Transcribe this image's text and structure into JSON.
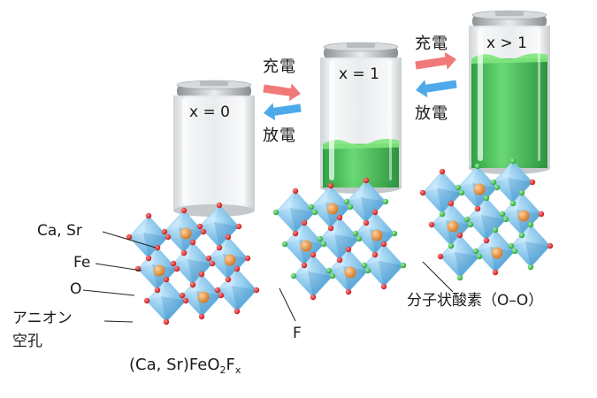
{
  "batteries": [
    {
      "label": "x = 0",
      "level": 0.0
    },
    {
      "label": "x = 1",
      "level": 0.35
    },
    {
      "label": "x > 1",
      "level": 0.8
    }
  ],
  "arrows": {
    "charge": "充電",
    "discharge": "放電"
  },
  "labels": {
    "ca_sr": "Ca, Sr",
    "fe": "Fe",
    "o": "O",
    "vacancy_line1": "アニオン",
    "vacancy_line2": "空孔",
    "f": "F",
    "molecular_oxygen": "分子状酸素（O–O）"
  },
  "formula": {
    "main": "(Ca, Sr)FeO",
    "sub1": "2",
    "mid": "F",
    "sub2": "x"
  },
  "colors": {
    "octahedron": "#5fb3e6",
    "fe_atom": "#e8903a",
    "oxygen": "#dd1f1f",
    "fluorine": "#36c24a",
    "liquid": "#3cc04a",
    "charge_arrow": "#f06a6a",
    "discharge_arrow": "#3aa0e8"
  }
}
